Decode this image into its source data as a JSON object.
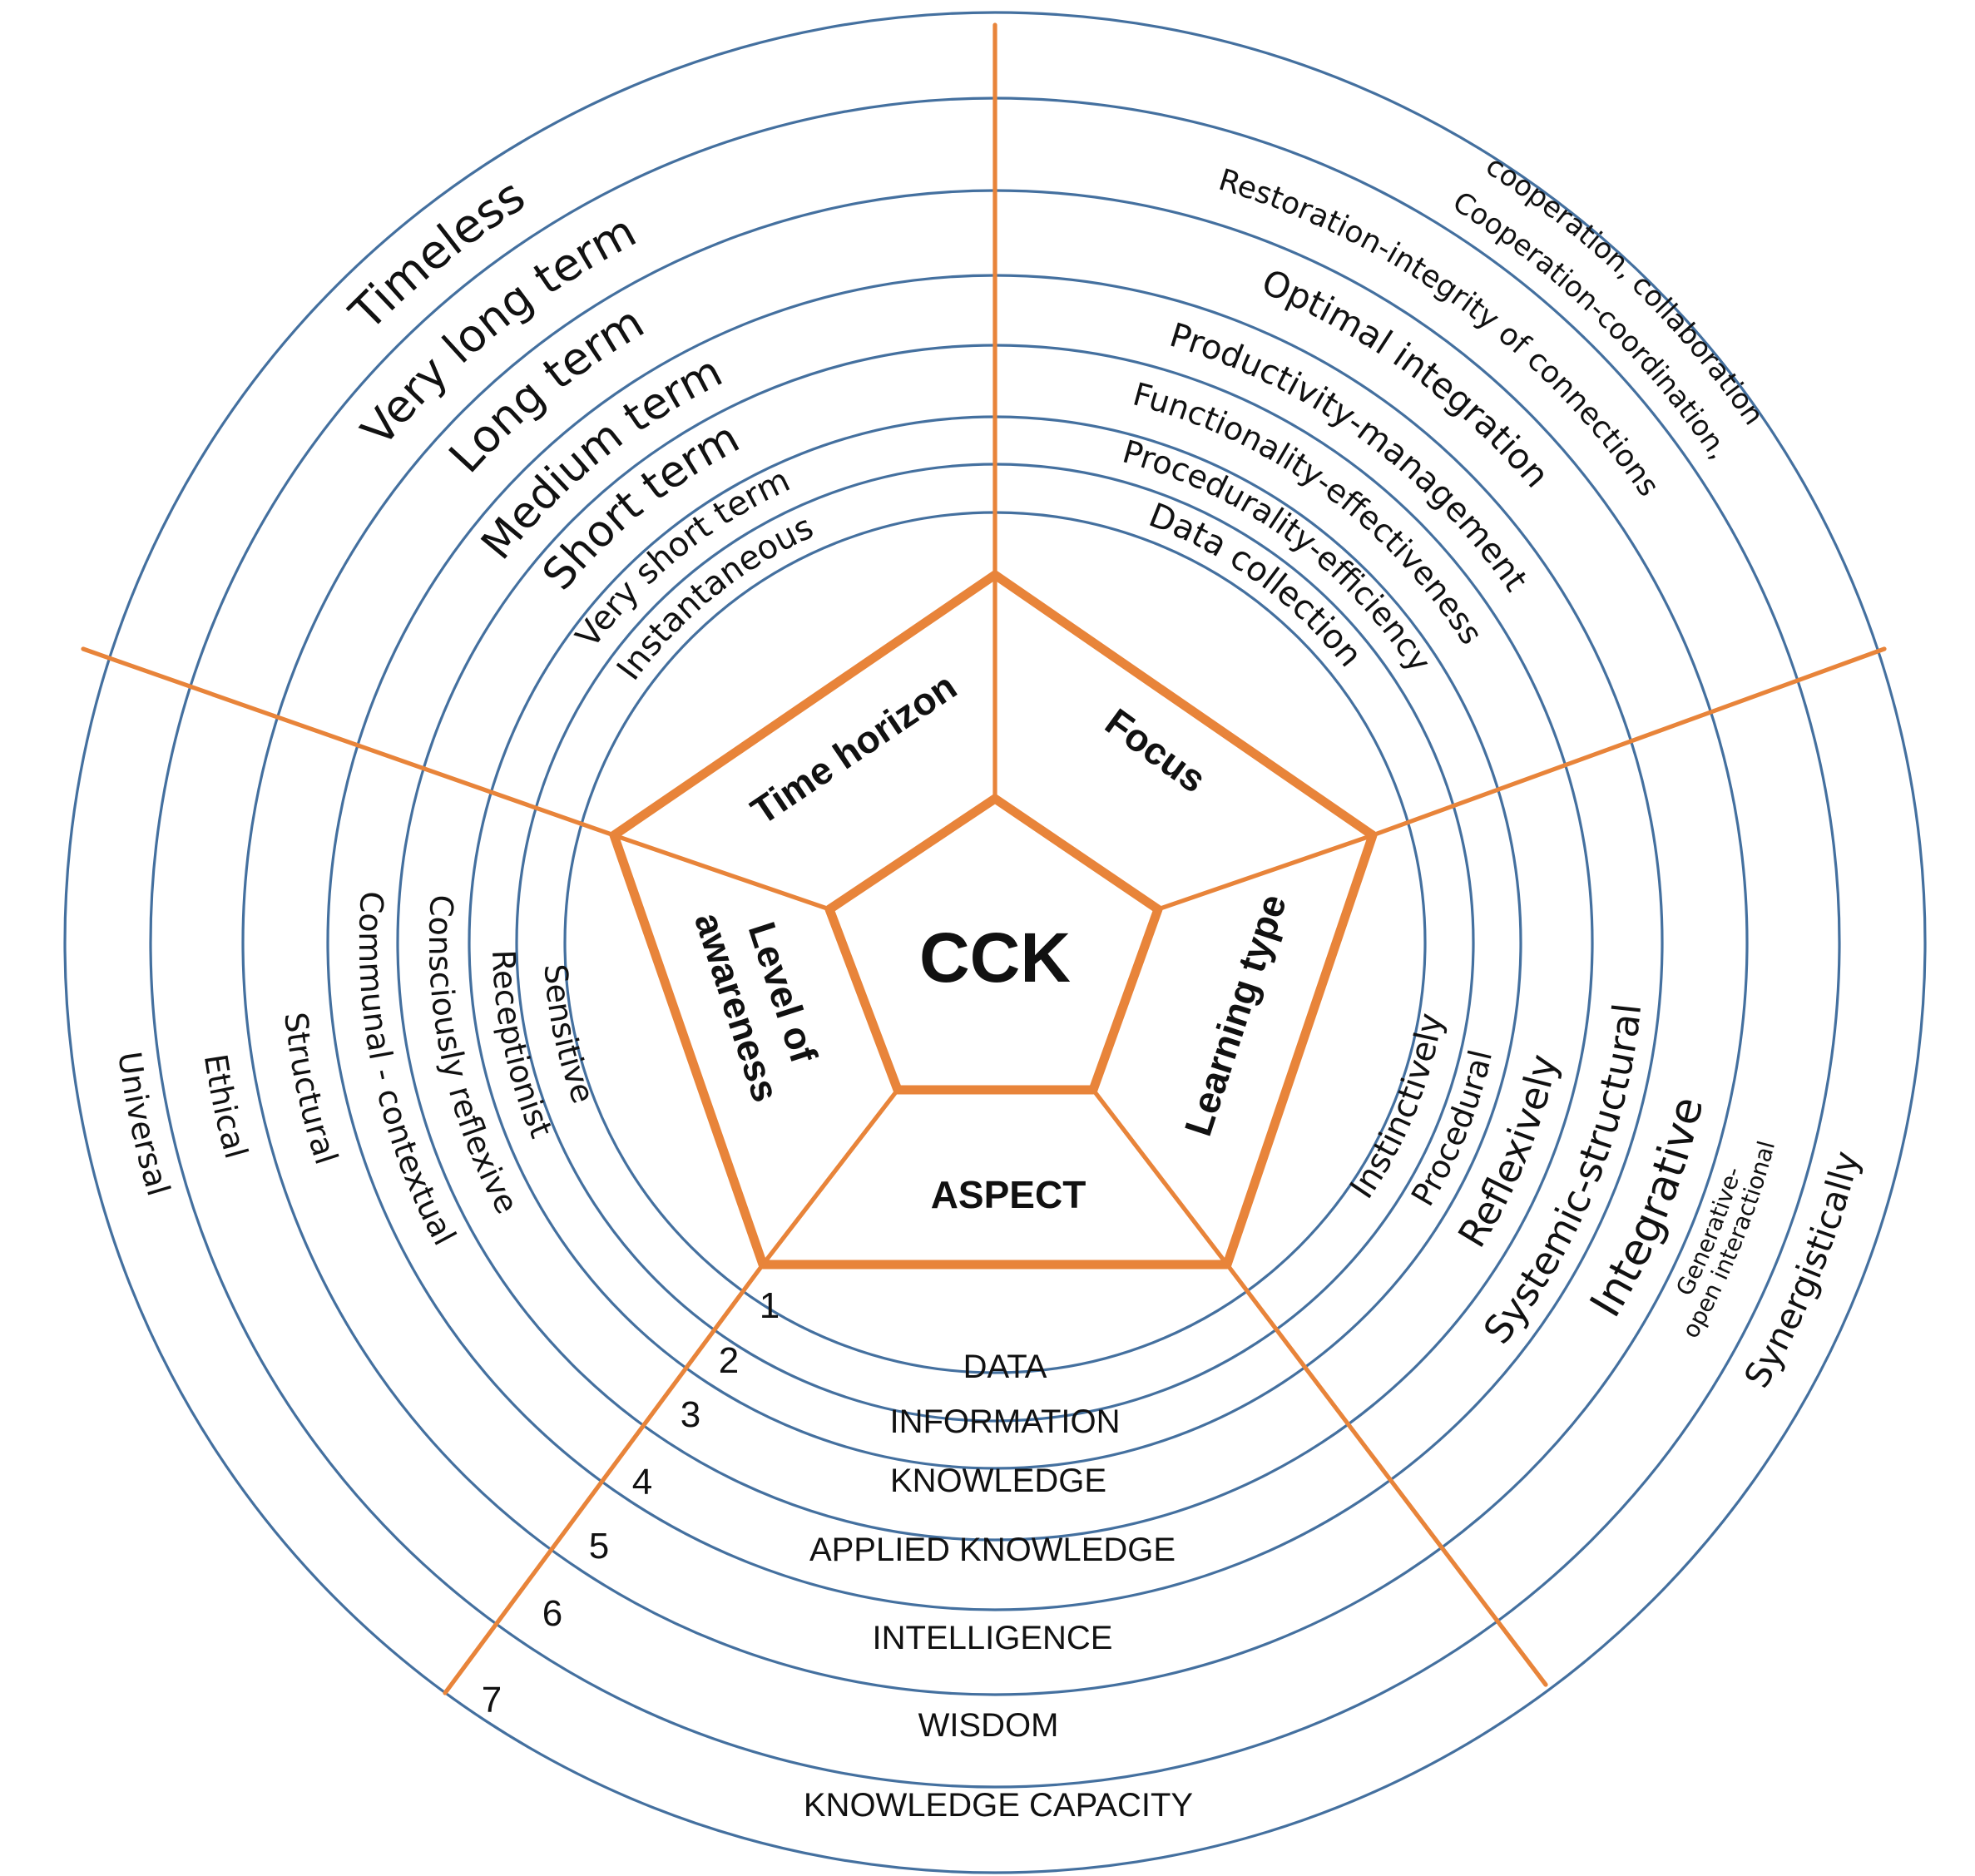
{
  "center": "CCK",
  "segments": {
    "time_horizon": "Time horizon",
    "focus": "Focus",
    "learning_type": "Learning type",
    "aspect": "ASPECT",
    "awareness_line1": "Level of",
    "awareness_line2": "awareness"
  },
  "time_horizon_levels": [
    "Instantaneous",
    "Very short term",
    "Short term",
    "Medium term",
    "Long term",
    "Very long term",
    "Timeless"
  ],
  "focus_levels": [
    "Data collection",
    "Procedurality-efficiency",
    "Functionality-effectiveness",
    "Productivity-management",
    "Optimal integration",
    "Restoration-integrity of connections",
    "Cooperation-coordination,",
    "cooperation, collaboration"
  ],
  "learning_levels": [
    "Instinctively",
    "Procedural",
    "Reflexively",
    "Systemic-structural",
    "Integrative",
    "Generative-",
    "open interactional",
    "Synergistically"
  ],
  "aspect_levels": [
    "DATA",
    "INFORMATION",
    "KNOWLEDGE",
    "APPLIED KNOWLEDGE",
    "INTELLIGENCE",
    "WISDOM",
    "KNOWLEDGE CAPACITY"
  ],
  "awareness_levels": [
    "Sensitive",
    "Receptionist",
    "Consciously reflexive",
    "Communal - contextual",
    "Structural",
    "Ethical",
    "Universal"
  ],
  "level_numbers": [
    "1",
    "2",
    "3",
    "4",
    "5",
    "6",
    "7"
  ],
  "colors": {
    "ring": "#44709f",
    "accent": "#e8843a",
    "text": "#111111"
  }
}
